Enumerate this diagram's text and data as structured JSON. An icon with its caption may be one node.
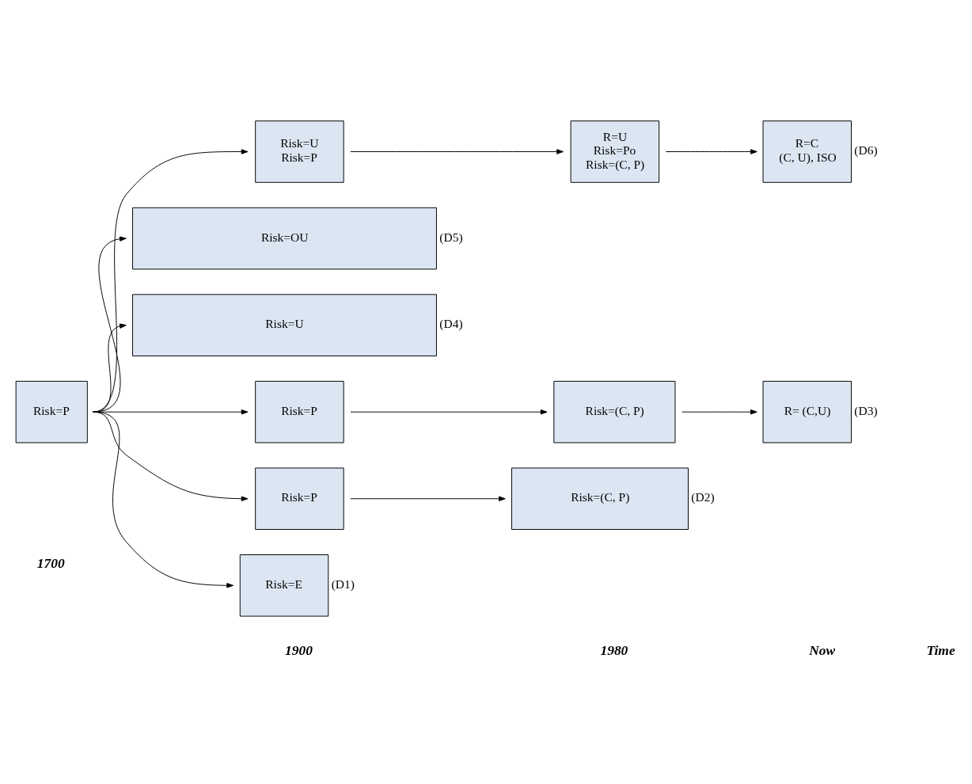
{
  "diagram": {
    "nodes": [
      {
        "text": [
          "Risk=P"
        ]
      },
      {
        "text": [
          "Risk=U",
          "Risk=P"
        ]
      },
      {
        "text": [
          "R=U",
          "Risk=Po",
          "Risk=(C, P)"
        ]
      },
      {
        "text": [
          "R=C",
          "(C, U), ISO"
        ],
        "beside": [
          "(D6)"
        ]
      },
      {
        "text": [
          "Risk=OU"
        ],
        "beside": [
          "(D5)"
        ]
      },
      {
        "text": [
          "Risk=U"
        ],
        "beside": [
          "(D4)"
        ]
      },
      {
        "text": [
          "Risk=P"
        ]
      },
      {
        "text": [
          "Risk=(C, P)"
        ]
      },
      {
        "text": [
          "R= (C,U)"
        ],
        "beside": [
          "(D3)"
        ]
      },
      {
        "text": [
          "Risk=P"
        ]
      },
      {
        "text": [
          "Risk=(C, P)"
        ],
        "beside": [
          "(D2)"
        ]
      },
      {
        "text": [
          "Risk=E"
        ],
        "beside": [
          "(D1)"
        ]
      }
    ],
    "edges": [
      {
        "from": 0,
        "to": 1,
        "arrow": "to"
      },
      {
        "from": 0,
        "to": 4,
        "arrow": "to"
      },
      {
        "from": 0,
        "to": 5,
        "arrow": "to"
      },
      {
        "from": 0,
        "to": 6,
        "arrow": "to"
      },
      {
        "from": 0,
        "to": 9,
        "arrow": "to"
      },
      {
        "from": 0,
        "to": 11,
        "arrow": "to"
      },
      {
        "from": 1,
        "to": 2,
        "arrow": "to"
      },
      {
        "from": 2,
        "to": 3,
        "arrow": "to"
      },
      {
        "from": 6,
        "to": 7,
        "arrow": "to"
      },
      {
        "from": 7,
        "to": 8,
        "arrow": "to"
      },
      {
        "from": 9,
        "to": 10,
        "arrow": "to"
      }
    ],
    "labels": [
      "1700",
      "1900",
      "1980",
      "Now",
      "Time"
    ]
  }
}
